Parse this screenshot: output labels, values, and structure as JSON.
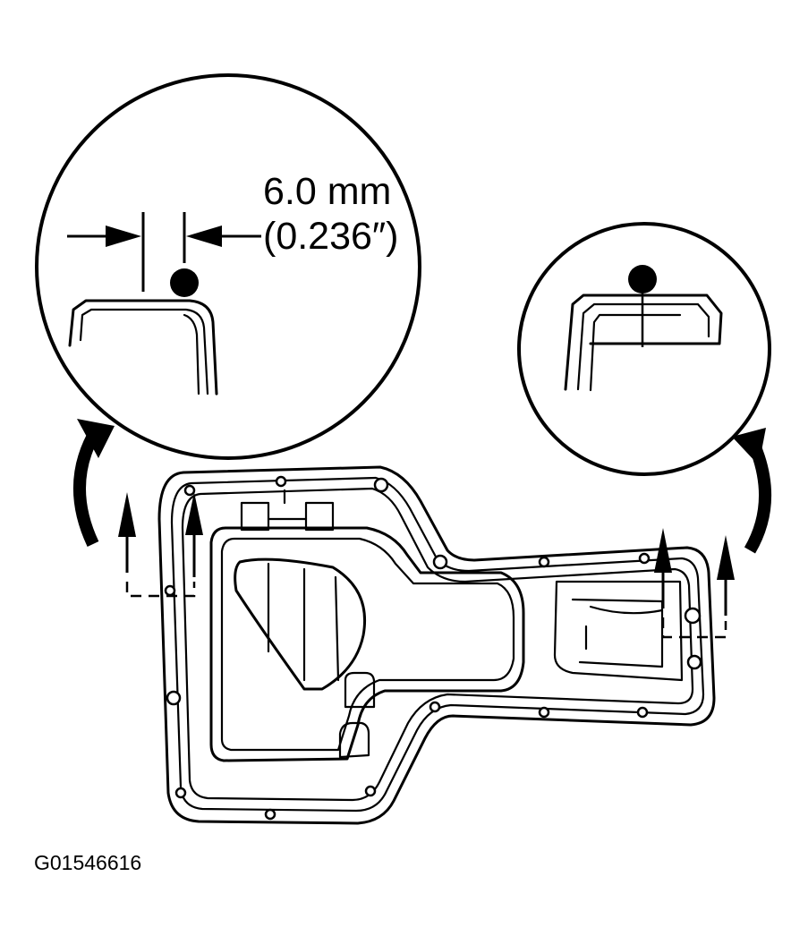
{
  "dimension": {
    "value": "6.0 mm",
    "imperial": "(0.236″)"
  },
  "figure_code": "G01546616",
  "bead_color": "#000000",
  "line_color": "#000000",
  "background": "#ffffff"
}
